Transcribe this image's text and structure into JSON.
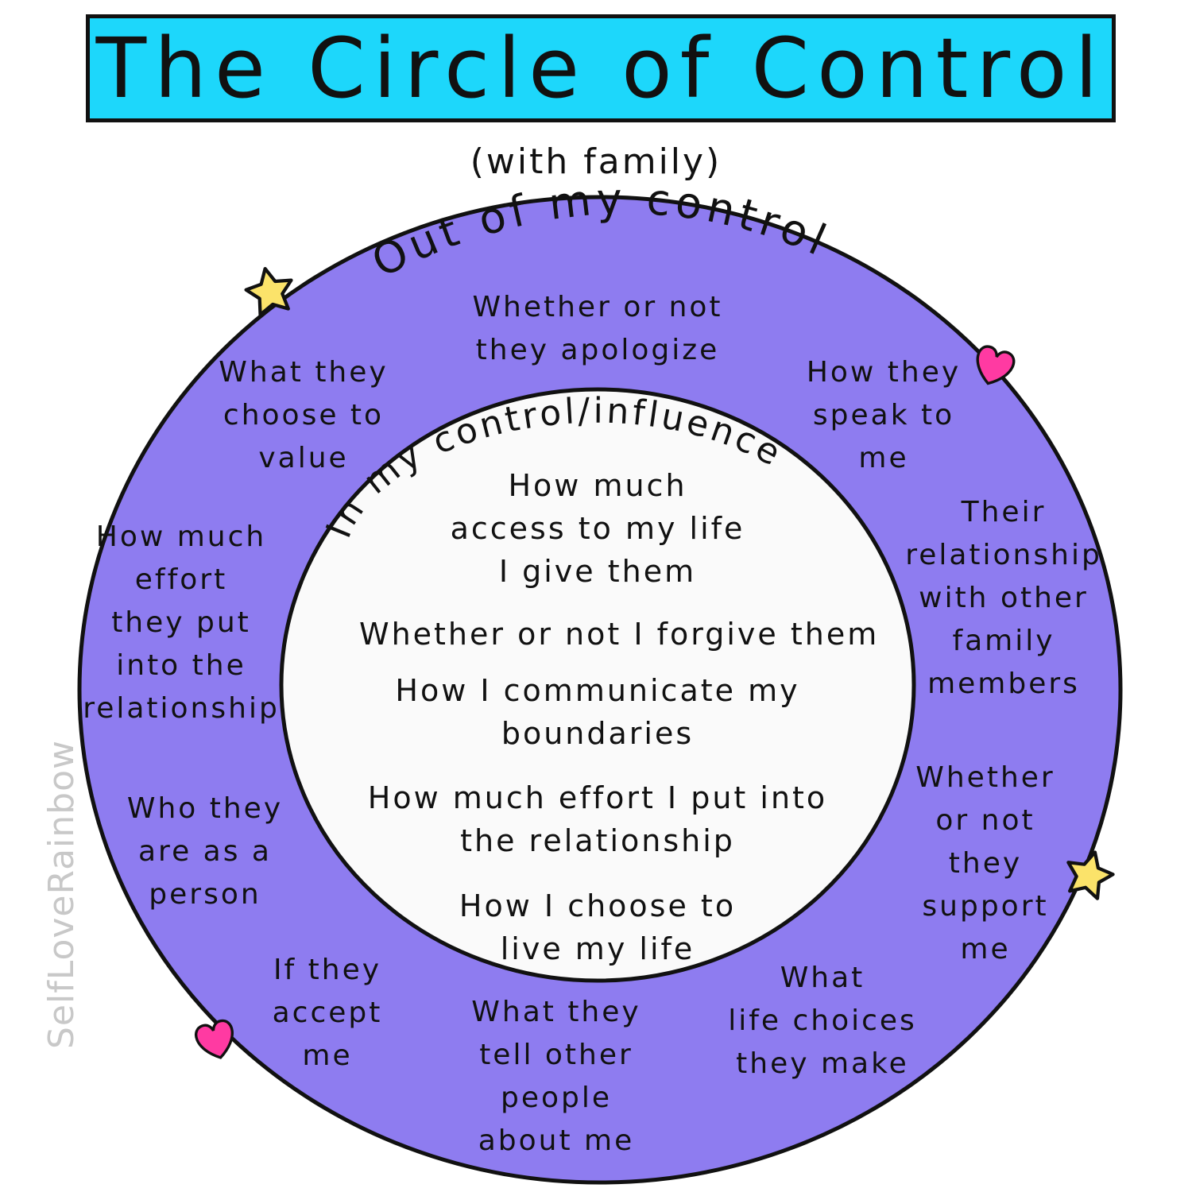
{
  "title": "The Circle of Control",
  "subtitle": "(with family)",
  "outer_circle": {
    "label": "Out of my control",
    "fill": "#8e7cf0",
    "items": [
      [
        "Whether or not",
        "they apologize"
      ],
      [
        "What they",
        "choose to",
        "value"
      ],
      [
        "How they",
        "speak to",
        "me"
      ],
      [
        "How much",
        "effort",
        "they put",
        "into the",
        "relationship"
      ],
      [
        "Their",
        "relationship",
        "with other",
        "family",
        "members"
      ],
      [
        "Who they",
        "are as a",
        "person"
      ],
      [
        "Whether",
        "or not",
        "they",
        "support",
        "me"
      ],
      [
        "If they",
        "accept",
        "me"
      ],
      [
        "What they",
        "tell other",
        "people",
        "about me"
      ],
      [
        "What",
        "life choices",
        "they make"
      ]
    ]
  },
  "inner_circle": {
    "label": "In my control/influence",
    "fill": "#fafafa",
    "items": [
      [
        "How much",
        "access to my life",
        "I give them"
      ],
      [
        "Whether or not I forgive them"
      ],
      [
        "How I communicate my",
        "boundaries"
      ],
      [
        "How much effort I put into",
        "the relationship"
      ],
      [
        "How I choose to",
        "live my life"
      ]
    ]
  },
  "credit": "SelfLoveRainbow",
  "decorations": {
    "star_color": "#fbe36a",
    "heart_color": "#ff3aa2"
  }
}
